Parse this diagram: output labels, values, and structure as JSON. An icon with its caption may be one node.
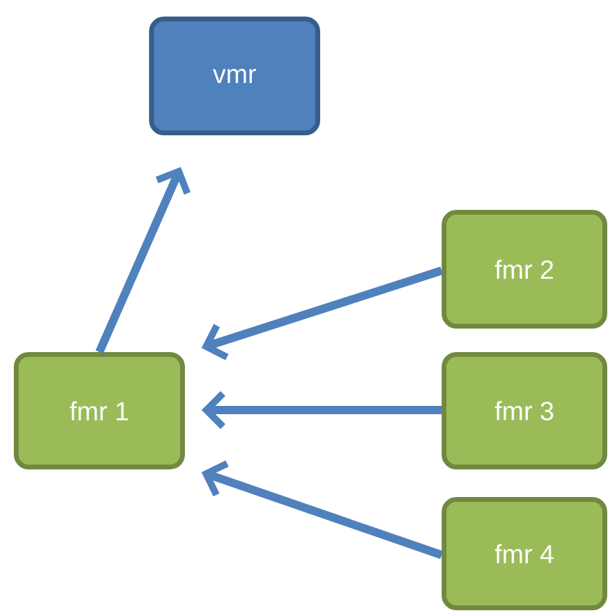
{
  "diagram": {
    "nodes": [
      {
        "text": [
          "vmr"
        ]
      },
      {
        "text": [
          "fmr 1"
        ]
      },
      {
        "text": [
          "fmr 2"
        ]
      },
      {
        "text": [
          "fmr 3"
        ]
      },
      {
        "text": [
          "fmr 4"
        ]
      }
    ],
    "edges": [
      {
        "from": 1,
        "to": 0,
        "arrow": "to"
      },
      {
        "from": 2,
        "to": 1,
        "arrow": "to"
      },
      {
        "from": 3,
        "to": 1,
        "arrow": "to"
      },
      {
        "from": 4,
        "to": 1,
        "arrow": "to"
      }
    ]
  }
}
